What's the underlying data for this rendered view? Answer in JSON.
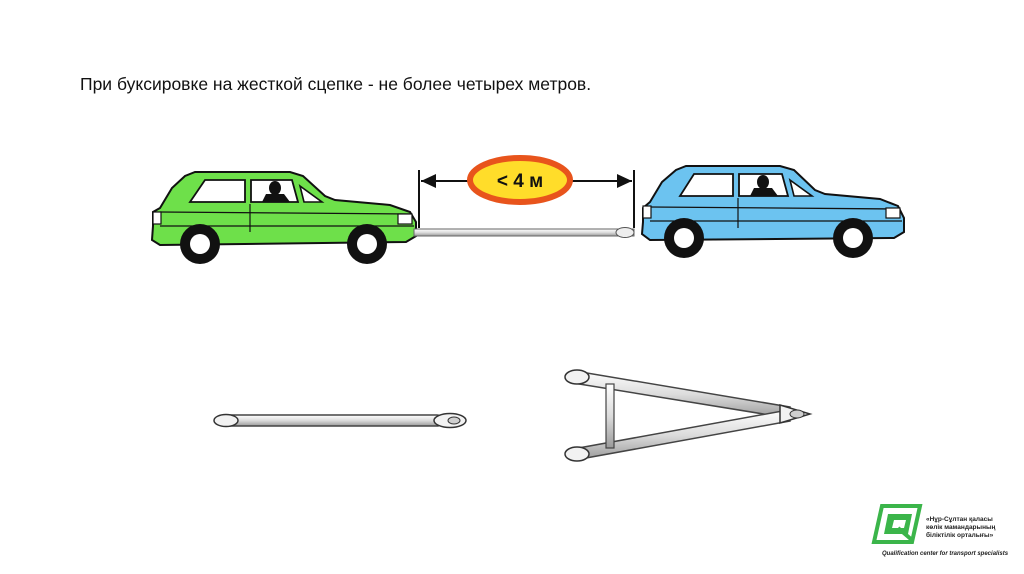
{
  "slide": {
    "title": "При буксировке на жесткой сцепке - не более четырех метров.",
    "distance_label": "< 4 м"
  },
  "logo": {
    "text_kz": "«Нұр-Сұлтан қаласы\nкөлік мамандарының\nбіліктілік орталығы»",
    "text_en": "Qualification center for transport specialists",
    "color": "#3bb54a"
  },
  "colors": {
    "towing_car": "#6ee04a",
    "towed_car": "#6cc3f0",
    "badge_border": "#e8541c",
    "badge_fill": "#ffdd2a"
  },
  "icons": [
    "towing-car-icon",
    "towed-car-icon",
    "straight-tow-bar-icon",
    "triangle-tow-bar-icon",
    "driver-icon"
  ]
}
